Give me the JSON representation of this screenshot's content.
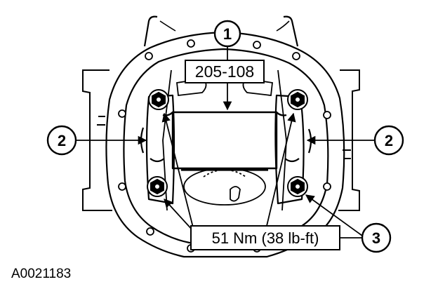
{
  "diagram": {
    "figure_id": "A0021183",
    "tool_label": "205-108",
    "torque_label": "51 Nm (38 lb-ft)",
    "callouts": [
      "1",
      "2",
      "2",
      "3"
    ]
  },
  "colors": {
    "ink": "#000000",
    "paper": "#ffffff"
  }
}
